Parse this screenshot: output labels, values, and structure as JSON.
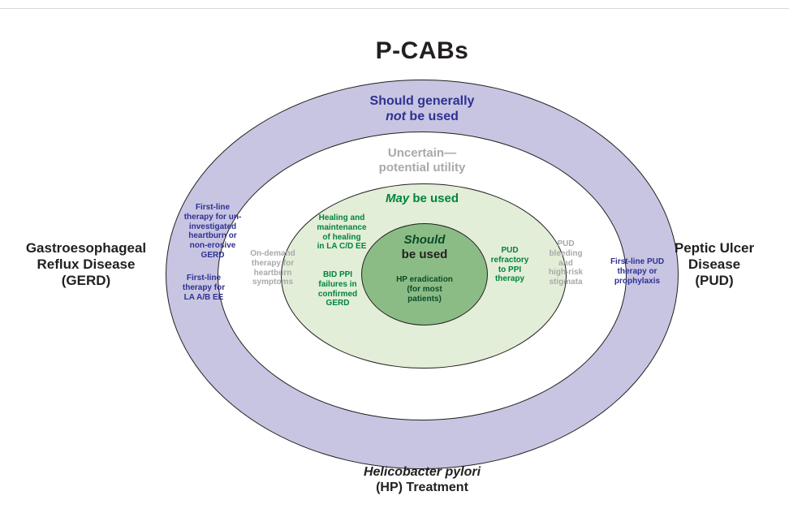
{
  "title": "P-CABs",
  "colors": {
    "purple_ring_fill": "#c8c5e2",
    "white_ring_fill": "#ffffff",
    "light_green_fill": "#e2eed7",
    "mid_green_fill": "#8cbc86",
    "purple_text": "#2e3192",
    "green_text": "#00843d",
    "gray_text": "#a7a9ac",
    "dark_text": "#231f20",
    "outline": "#231f20"
  },
  "categories": {
    "left": "Gastroesophageal\nReflux Disease\n(GERD)",
    "right": "Peptic Ulcer\nDisease\n(PUD)",
    "bottom_italic": "Helicobacter pylori",
    "bottom_plain": "(HP) Treatment"
  },
  "rings": {
    "should_not": {
      "line1": "Should generally",
      "italic": "not",
      "line2_rest": " be used"
    },
    "uncertain": {
      "label": "Uncertain—\npotential utility"
    },
    "may": {
      "italic": "May",
      "rest": " be used"
    },
    "should": {
      "italic": "Should",
      "rest": "be used"
    }
  },
  "items": {
    "gerd_uninvestigated": "First-line\ntherapy for un-\ninvestigated\nheartburn or\nnon-erosive\nGERD",
    "gerd_la_ab_ee": "First-line\ntherapy for\nLA A/B EE",
    "on_demand": "On-demand\ntherapy for\nheartburn\nsymptoms",
    "healing_maintenance": "Healing and\nmaintenance\nof healing\nin LA C/D EE",
    "bid_ppi_failures": "BID PPI\nfailures in\nconfirmed\nGERD",
    "hp_eradication": "HP eradication\n(for most\npatients)",
    "pud_refractory": "PUD\nrefractory\nto PPI\ntherapy",
    "pud_bleeding": "PUD\nbleeding\nand\nhigh-risk\nstigmata",
    "pud_first_line": "First-line PUD\ntherapy or\nprophylaxis"
  }
}
